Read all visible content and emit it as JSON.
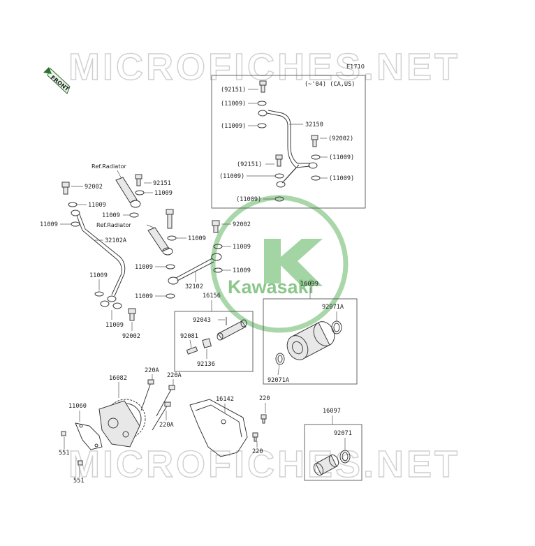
{
  "watermark": {
    "top": "MICROFICHES.NET",
    "bottom": "MICROFICHES.NET"
  },
  "logo": {
    "brand": "Kawasaki"
  },
  "front_arrow": "FRONT",
  "diagram_code": "E1710",
  "box_header": "(~'04) (CA,US)",
  "labels": {
    "p92151_a": "(92151)",
    "p11009_a": "(11009)",
    "p11009_b": "(11009)",
    "p32150": "32150",
    "p92002_b": "(92002)",
    "p92151_b": "(92151)",
    "p11009_c": "(11009)",
    "p11009_d": "(11009)",
    "p11009_e": "(11009)",
    "p11009_f": "(11009)",
    "ref_radiator_1": "Ref.Radiator",
    "ref_radiator_2": "Ref.Radiator",
    "p92151_c": "92151",
    "p11009_g": "11009",
    "p92002_a": "92002",
    "p11009_h": "11009",
    "p11009_i": "11009",
    "p11009_j": "11009",
    "p32102A": "32102A",
    "p11009_k": "11009",
    "p92002_c": "92002",
    "p11009_l": "11009",
    "p11009_m": "11009",
    "p11009_n": "11009",
    "p32102": "32102",
    "p11009_o": "11009",
    "p11009_p": "11009",
    "p11009_q": "11009",
    "p92002_d": "92002",
    "p16156": "16156",
    "p92043": "92043",
    "p92081": "92081",
    "p92136": "92136",
    "p16099": "16099",
    "p92071A_a": "92071A",
    "p92071A_b": "92071A",
    "p220A_a": "220A",
    "p220A_b": "220A",
    "p220A_c": "220A",
    "p16082": "16082",
    "p11060": "11060",
    "p551_a": "551",
    "p551_b": "551",
    "p16142": "16142",
    "p220_a": "220",
    "p220_b": "220",
    "p16097": "16097",
    "p92071": "92071"
  }
}
